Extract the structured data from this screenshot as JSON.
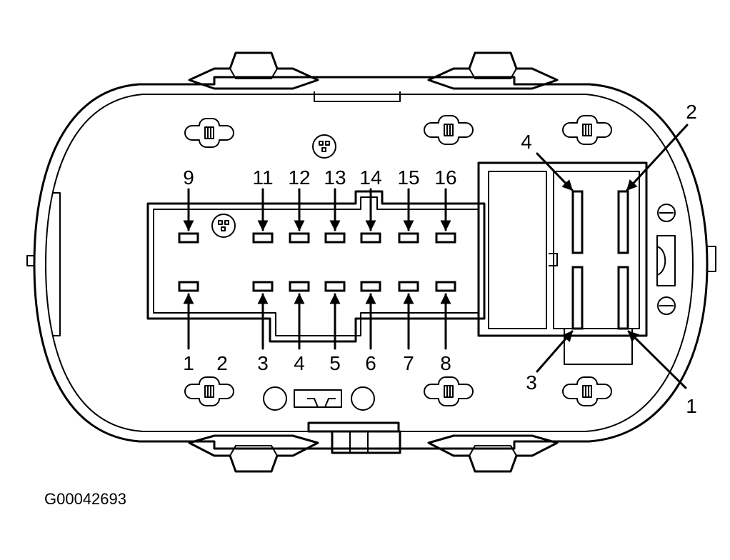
{
  "figure_id": "G00042693",
  "connector_a": {
    "top_labels": [
      "9",
      "11",
      "12",
      "13",
      "14",
      "15",
      "16"
    ],
    "bottom_labels": [
      "1",
      "2",
      "3",
      "4",
      "5",
      "6",
      "7",
      "8"
    ]
  },
  "connector_b": {
    "labels": [
      "4",
      "2",
      "3",
      "1"
    ]
  },
  "colors": {
    "line": "#000000",
    "background": "#ffffff"
  }
}
